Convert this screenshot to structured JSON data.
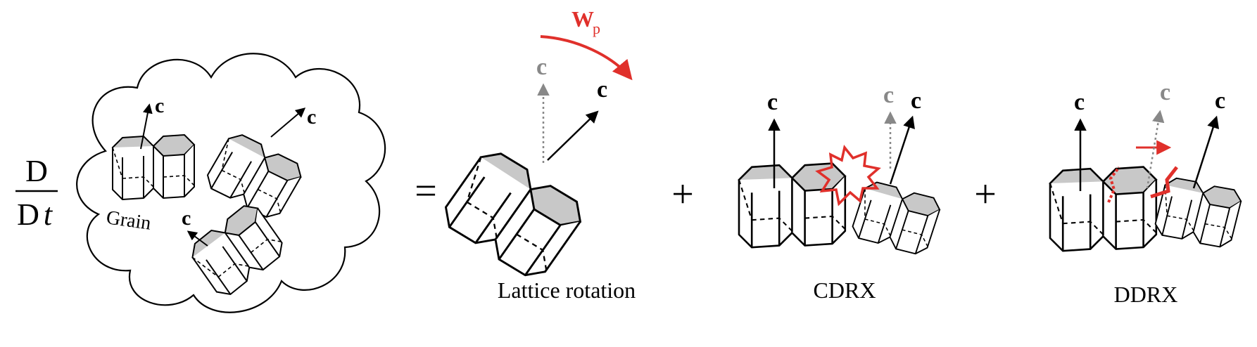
{
  "derivative": {
    "numerator": "D",
    "denominator_d": "D",
    "denominator_t": "t"
  },
  "operators": {
    "equals": "=",
    "plus1": "+",
    "plus2": "+"
  },
  "cloud": {
    "grain_label": "Grain"
  },
  "axis_label": "c",
  "rotation_label": "W",
  "rotation_subscript": "p",
  "panels": {
    "lattice": {
      "caption": "Lattice rotation"
    },
    "cdrx": {
      "caption": "CDRX"
    },
    "ddrx": {
      "caption": "DDRX"
    }
  },
  "colors": {
    "ink": "#000000",
    "face": "#c8c8c8",
    "ghost": "#888888",
    "accent": "#e0302b"
  }
}
